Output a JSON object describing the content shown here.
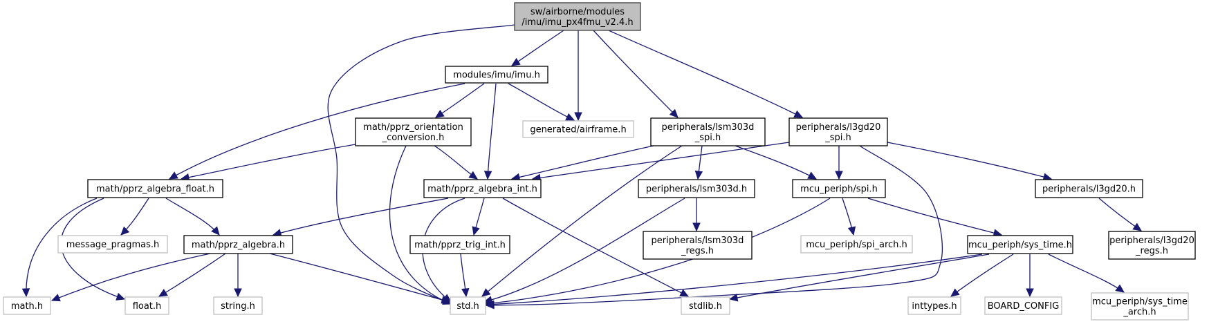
{
  "diagram": {
    "type": "include-dependency-graph",
    "colors": {
      "root_fill": "#bfbfbf",
      "root_border": "#404040",
      "documented_border": "#000000",
      "external_border": "#bfbfbf",
      "edge": "#191970"
    },
    "nodes": [
      {
        "id": "root",
        "lines": [
          "sw/airborne/modules",
          "/imu/imu_px4fmu_v2.4.h"
        ],
        "kind": "root"
      },
      {
        "id": "imu",
        "lines": [
          "modules/imu/imu.h"
        ],
        "kind": "documented"
      },
      {
        "id": "airframe",
        "lines": [
          "generated/airframe.h"
        ],
        "kind": "external"
      },
      {
        "id": "lsm303d_spi",
        "lines": [
          "peripherals/lsm303d",
          "_spi.h"
        ],
        "kind": "documented"
      },
      {
        "id": "l3gd20_spi",
        "lines": [
          "peripherals/l3gd20",
          "_spi.h"
        ],
        "kind": "documented"
      },
      {
        "id": "orient",
        "lines": [
          "math/pprz_orientation",
          "_conversion.h"
        ],
        "kind": "documented"
      },
      {
        "id": "alg_float",
        "lines": [
          "math/pprz_algebra_float.h"
        ],
        "kind": "documented"
      },
      {
        "id": "alg_int",
        "lines": [
          "math/pprz_algebra_int.h"
        ],
        "kind": "documented"
      },
      {
        "id": "lsm303d",
        "lines": [
          "peripherals/lsm303d.h"
        ],
        "kind": "documented"
      },
      {
        "id": "spi",
        "lines": [
          "mcu_periph/spi.h"
        ],
        "kind": "documented"
      },
      {
        "id": "l3gd20",
        "lines": [
          "peripherals/l3gd20.h"
        ],
        "kind": "documented"
      },
      {
        "id": "msg_pragmas",
        "lines": [
          "message_pragmas.h"
        ],
        "kind": "external"
      },
      {
        "id": "alg",
        "lines": [
          "math/pprz_algebra.h"
        ],
        "kind": "documented"
      },
      {
        "id": "trig_int",
        "lines": [
          "math/pprz_trig_int.h"
        ],
        "kind": "documented"
      },
      {
        "id": "lsm303d_regs",
        "lines": [
          "peripherals/lsm303d",
          "_regs.h"
        ],
        "kind": "documented"
      },
      {
        "id": "spi_arch",
        "lines": [
          "mcu_periph/spi_arch.h"
        ],
        "kind": "external"
      },
      {
        "id": "sys_time",
        "lines": [
          "mcu_periph/sys_time.h"
        ],
        "kind": "documented"
      },
      {
        "id": "l3gd20_regs",
        "lines": [
          "peripherals/l3gd20",
          "_regs.h"
        ],
        "kind": "documented"
      },
      {
        "id": "math",
        "lines": [
          "math.h"
        ],
        "kind": "external"
      },
      {
        "id": "float",
        "lines": [
          "float.h"
        ],
        "kind": "external"
      },
      {
        "id": "string",
        "lines": [
          "string.h"
        ],
        "kind": "external"
      },
      {
        "id": "std",
        "lines": [
          "std.h"
        ],
        "kind": "external"
      },
      {
        "id": "stdlib",
        "lines": [
          "stdlib.h"
        ],
        "kind": "external"
      },
      {
        "id": "inttypes",
        "lines": [
          "inttypes.h"
        ],
        "kind": "external"
      },
      {
        "id": "board_config",
        "lines": [
          "BOARD_CONFIG"
        ],
        "kind": "external"
      },
      {
        "id": "sys_time_arch",
        "lines": [
          "mcu_periph/sys_time",
          "_arch.h"
        ],
        "kind": "external"
      }
    ],
    "edges": [
      {
        "from": "root",
        "to": "imu"
      },
      {
        "from": "root",
        "to": "airframe"
      },
      {
        "from": "root",
        "to": "lsm303d_spi"
      },
      {
        "from": "root",
        "to": "l3gd20_spi"
      },
      {
        "from": "root",
        "to": "std"
      },
      {
        "from": "imu",
        "to": "orient"
      },
      {
        "from": "imu",
        "to": "alg_float"
      },
      {
        "from": "imu",
        "to": "alg_int"
      },
      {
        "from": "imu",
        "to": "airframe"
      },
      {
        "from": "orient",
        "to": "alg_float"
      },
      {
        "from": "orient",
        "to": "alg_int"
      },
      {
        "from": "orient",
        "to": "std"
      },
      {
        "from": "alg_float",
        "to": "math"
      },
      {
        "from": "alg_float",
        "to": "float"
      },
      {
        "from": "alg_float",
        "to": "msg_pragmas"
      },
      {
        "from": "alg_float",
        "to": "alg"
      },
      {
        "from": "alg_int",
        "to": "alg"
      },
      {
        "from": "alg_int",
        "to": "trig_int"
      },
      {
        "from": "alg_int",
        "to": "std"
      },
      {
        "from": "alg_int",
        "to": "stdlib"
      },
      {
        "from": "alg",
        "to": "math"
      },
      {
        "from": "alg",
        "to": "float"
      },
      {
        "from": "alg",
        "to": "string"
      },
      {
        "from": "alg",
        "to": "std"
      },
      {
        "from": "trig_int",
        "to": "std"
      },
      {
        "from": "lsm303d_spi",
        "to": "alg_int"
      },
      {
        "from": "lsm303d_spi",
        "to": "lsm303d"
      },
      {
        "from": "lsm303d_spi",
        "to": "spi"
      },
      {
        "from": "lsm303d_spi",
        "to": "std"
      },
      {
        "from": "lsm303d",
        "to": "lsm303d_regs"
      },
      {
        "from": "lsm303d",
        "to": "std"
      },
      {
        "from": "l3gd20_spi",
        "to": "alg_int"
      },
      {
        "from": "l3gd20_spi",
        "to": "spi"
      },
      {
        "from": "l3gd20_spi",
        "to": "l3gd20"
      },
      {
        "from": "l3gd20_spi",
        "to": "std"
      },
      {
        "from": "l3gd20",
        "to": "l3gd20_regs"
      },
      {
        "from": "spi",
        "to": "std"
      },
      {
        "from": "spi",
        "to": "spi_arch"
      },
      {
        "from": "spi",
        "to": "sys_time"
      },
      {
        "from": "sys_time",
        "to": "std"
      },
      {
        "from": "sys_time",
        "to": "stdlib"
      },
      {
        "from": "sys_time",
        "to": "inttypes"
      },
      {
        "from": "sys_time",
        "to": "board_config"
      },
      {
        "from": "sys_time",
        "to": "sys_time_arch"
      }
    ]
  }
}
